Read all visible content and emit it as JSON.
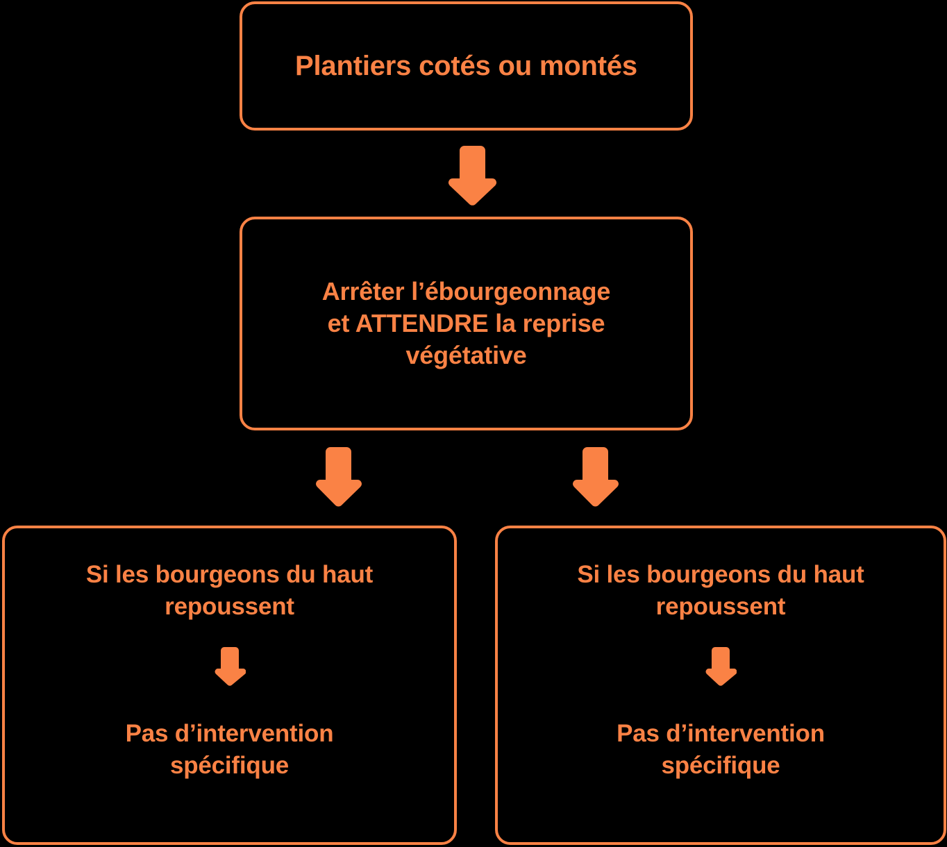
{
  "theme": {
    "background": "#000000",
    "accent": "#FA8245",
    "border": "#FA8245",
    "text": "#FA8245"
  },
  "diagram": {
    "type": "flowchart",
    "title": "Plantiers cotés ou montés",
    "orientation": "top-down",
    "nodes": [
      {
        "id": "top",
        "label": "Plantiers cotés ou montés"
      },
      {
        "id": "wait",
        "line1": "Arrêter l’ébourgeonnage",
        "line2": "et ATTENDRE la reprise",
        "line3": "végétative",
        "label": "Arrêter l’ébourgeonnage et ATTENDRE la reprise végétative"
      },
      {
        "id": "left",
        "condition": "Si les bourgeons du haut repoussent",
        "result_line1": "Pas d’intervention",
        "result_line2": "spécifique"
      },
      {
        "id": "right",
        "condition": "Si les bourgeons du haut repoussent",
        "result_line1": "Pas d’intervention",
        "result_line2": "spécifique"
      }
    ],
    "arrows": [
      {
        "id": "top-to-wait",
        "icon": "down-arrow-icon",
        "from": "top",
        "to": "wait"
      },
      {
        "id": "wait-to-left",
        "icon": "down-arrow-icon",
        "from": "wait",
        "to": "left"
      },
      {
        "id": "wait-to-right",
        "icon": "down-arrow-icon",
        "from": "wait",
        "to": "right"
      },
      {
        "id": "left-inner",
        "icon": "down-arrow-icon",
        "from": "left-condition",
        "to": "left-result"
      },
      {
        "id": "right-inner",
        "icon": "down-arrow-icon",
        "from": "right-condition",
        "to": "right-result"
      }
    ]
  }
}
